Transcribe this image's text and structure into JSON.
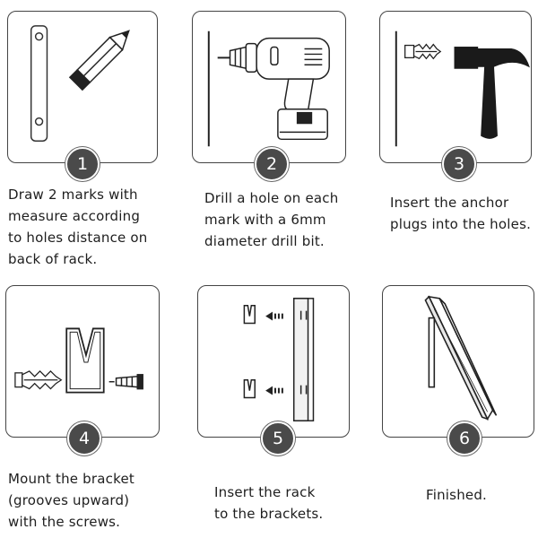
{
  "steps": [
    {
      "number": "1",
      "caption": "Draw 2 marks with\nmeasure according\nto holes distance on\nback of rack."
    },
    {
      "number": "2",
      "caption": "Drill a hole on each\nmark with a 6mm\ndiameter drill bit."
    },
    {
      "number": "3",
      "caption": "Insert the anchor\nplugs into the holes."
    },
    {
      "number": "4",
      "caption": "Mount the bracket\n(grooves upward)\nwith the screws."
    },
    {
      "number": "5",
      "caption": "Insert the rack\nto the brackets."
    },
    {
      "number": "6",
      "caption": "Finished."
    }
  ],
  "icons": {
    "step1": [
      "bracket-icon",
      "pencil-icon"
    ],
    "step2": [
      "wall-line-icon",
      "drill-icon"
    ],
    "step3": [
      "wall-line-icon",
      "anchor-plug-icon",
      "hammer-icon"
    ],
    "step4": [
      "anchor-plug-icon",
      "bracket-icon",
      "screw-icon"
    ],
    "step5": [
      "bracket-icon",
      "arrow-left-icon",
      "rack-icon"
    ],
    "step6": [
      "rack-mounted-icon"
    ]
  },
  "colors": {
    "line": "#333333",
    "badge": "#4a4a4a",
    "fill_dark": "#1a1a1a"
  }
}
